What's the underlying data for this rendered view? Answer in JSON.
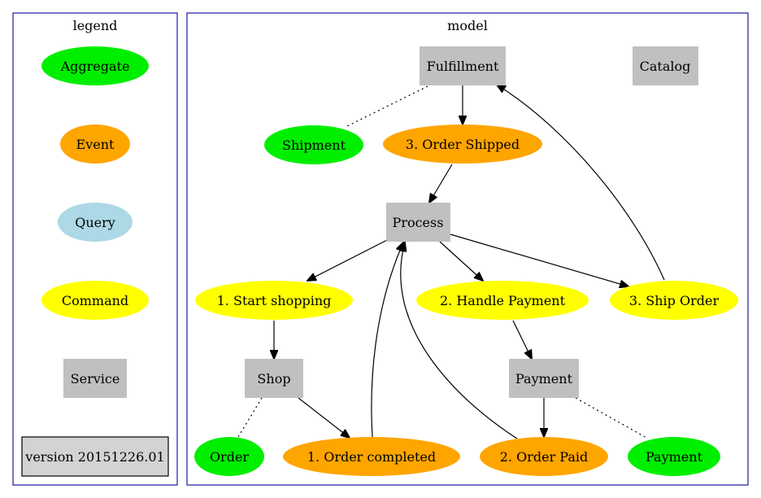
{
  "clusters": {
    "legend": "legend",
    "model": "model"
  },
  "legend": {
    "aggregate": "Aggregate",
    "event": "Event",
    "query": "Query",
    "command": "Command",
    "service": "Service",
    "version": "version 20151226.01"
  },
  "nodes": {
    "fulfillment": "Fulfillment",
    "catalog": "Catalog",
    "shipment": "Shipment",
    "order_shipped": "3. Order Shipped",
    "process": "Process",
    "start_shopping": "1. Start shopping",
    "handle_payment": "2. Handle Payment",
    "ship_order": "3. Ship Order",
    "shop": "Shop",
    "payment_service": "Payment",
    "order": "Order",
    "order_completed": "1. Order completed",
    "order_paid": "2. Order Paid",
    "payment_aggregate": "Payment"
  },
  "colors": {
    "aggregate": "#00ee00",
    "event": "#ffa500",
    "query": "#add8e6",
    "command": "#ffff00",
    "service": "#c0c0c0",
    "version_box": "#d3d3d3",
    "cluster_border": "#1a1aa6"
  }
}
